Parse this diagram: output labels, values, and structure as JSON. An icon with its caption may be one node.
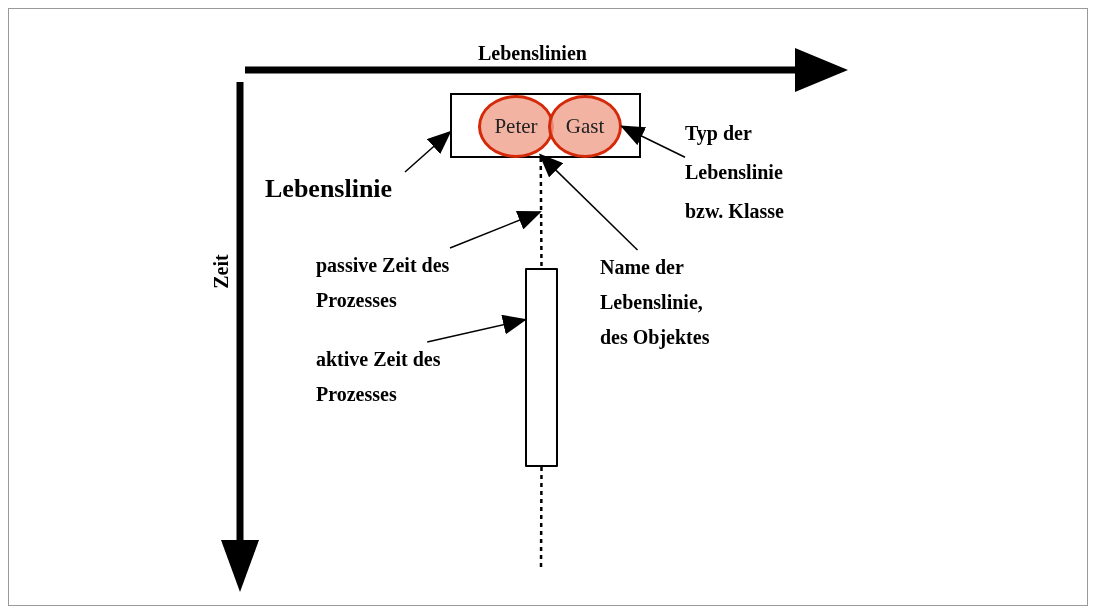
{
  "diagram": {
    "nodes": [
      {
        "text": [],
        "shape": "box"
      },
      {
        "text": [
          "Peter"
        ],
        "in": 0
      },
      {
        "text": [
          "Gast"
        ],
        "in": 0
      },
      {
        "text": [
          "Lebenslinie"
        ]
      },
      {
        "text": [
          "Typ der Lebenslinie bzw. Klasse"
        ]
      },
      {
        "text": [
          "passive Zeit des Prozesses"
        ]
      },
      {
        "text": [
          "Name der Lebenslinie, des Objektes"
        ]
      },
      {
        "text": [
          "aktive Zeit des Prozesses"
        ]
      },
      {
        "text": [],
        "shape": "bar"
      }
    ],
    "edges": [
      {
        "from": 3,
        "to": 0,
        "arrow": "to"
      },
      {
        "from": 4,
        "to": 2,
        "arrow": "to"
      },
      {
        "from": 6,
        "to": 1,
        "arrow": "to"
      },
      {
        "from": 5,
        "to": null,
        "arrow": "to"
      },
      {
        "from": 7,
        "to": 8,
        "arrow": "to"
      },
      {
        "from": 0,
        "to": 8,
        "arrow": "none",
        "style": "dashed"
      },
      {
        "from": 8,
        "to": null,
        "arrow": "none",
        "style": "dashed"
      }
    ],
    "labels": [
      "Lebenslinien",
      "Zeit"
    ]
  }
}
